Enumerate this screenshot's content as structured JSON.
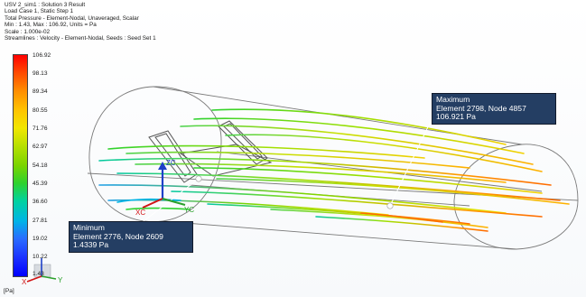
{
  "header": {
    "lines": [
      "USV 2_sim1 : Solution 3 Result",
      "Load Case 1, Static Step 1",
      "Total Pressure - Element-Nodal, Unaveraged, Scalar",
      "Min : 1.43, Max : 106.92, Units = Pa",
      "Scale :   1.000e-02",
      "Streamlines : Velocity - Element-Nodal, Seeds : Seed Set 1"
    ]
  },
  "legend": {
    "ticks": [
      "106.92",
      "98.13",
      "89.34",
      "80.55",
      "71.76",
      "62.97",
      "54.18",
      "45.39",
      "36.60",
      "27.81",
      "19.02",
      "10.22",
      "1.43"
    ],
    "unit": "[Pa]"
  },
  "maximum": {
    "title": "Maximum",
    "element": "Element 2798, Node 4857",
    "value": "106.921 Pa"
  },
  "minimum": {
    "title": "Minimum",
    "element": "Element 2776, Node 2609",
    "value": "1.4339 Pa"
  },
  "triad": {
    "z_label": "ZC",
    "x_label": "XC",
    "y_label": "YC"
  },
  "corner_triad": {
    "x_label": "X",
    "y_label": "Y"
  },
  "colors": {
    "callout_bg": "#243e63",
    "outline": "#7a7a7a",
    "triad_x": "#d11414",
    "triad_y": "#2aa02a",
    "triad_z": "#1e40c8"
  }
}
